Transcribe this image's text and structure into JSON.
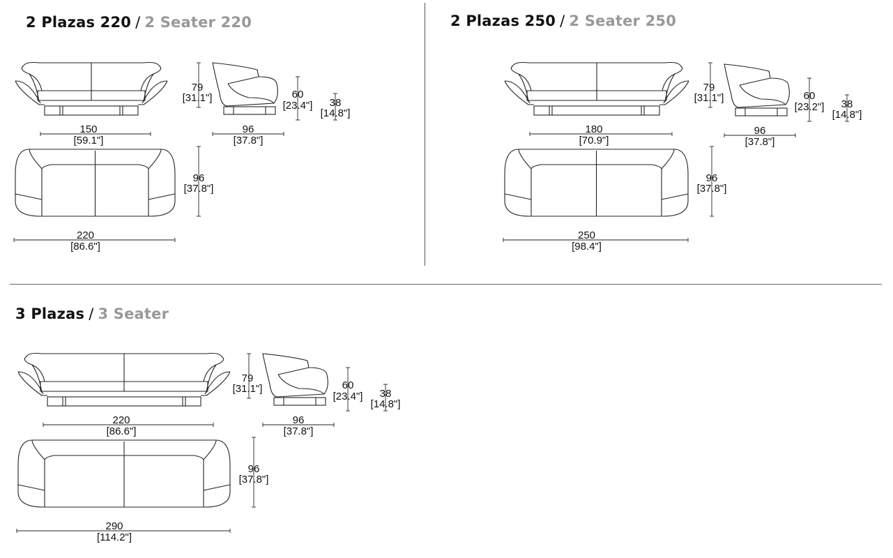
{
  "sections": [
    {
      "title_es": "2 Plazas 220",
      "title_en": "2 Seater 220",
      "separator": "/",
      "front": {
        "width": "150",
        "width_in": "[59.1\"]",
        "height": "79",
        "height_in": "[31.1\"]"
      },
      "side": {
        "depth": "96",
        "depth_in": "[37.8\"]",
        "arm_height": "60",
        "arm_height_in": "[23.4\"]",
        "seat_height": "38",
        "seat_height_in": "[14.8\"]"
      },
      "top": {
        "width": "220",
        "width_in": "[86.6\"]",
        "depth": "96",
        "depth_in": "[37.8\"]"
      }
    },
    {
      "title_es": "2 Plazas 250",
      "title_en": "2 Seater 250",
      "separator": "/",
      "front": {
        "width": "180",
        "width_in": "[70.9\"]",
        "height": "79",
        "height_in": "[31.1\"]"
      },
      "side": {
        "depth": "96",
        "depth_in": "[37.8\"]",
        "arm_height": "60",
        "arm_height_in": "[23.2\"]",
        "seat_height": "38",
        "seat_height_in": "[14.8\"]"
      },
      "top": {
        "width": "250",
        "width_in": "[98.4\"]",
        "depth": "96",
        "depth_in": "[37.8\"]"
      }
    },
    {
      "title_es": "3 Plazas",
      "title_en": "3 Seater",
      "separator": "/",
      "front": {
        "width": "220",
        "width_in": "[86.6\"]",
        "height": "79",
        "height_in": "[31.1\"]"
      },
      "side": {
        "depth": "96",
        "depth_in": "[37.8\"]",
        "arm_height": "60",
        "arm_height_in": "[23.4\"]",
        "seat_height": "38",
        "seat_height_in": "[14.8\"]"
      },
      "top": {
        "width": "290",
        "width_in": "[114.2\"]",
        "depth": "96",
        "depth_in": "[37.8\"]"
      }
    }
  ]
}
